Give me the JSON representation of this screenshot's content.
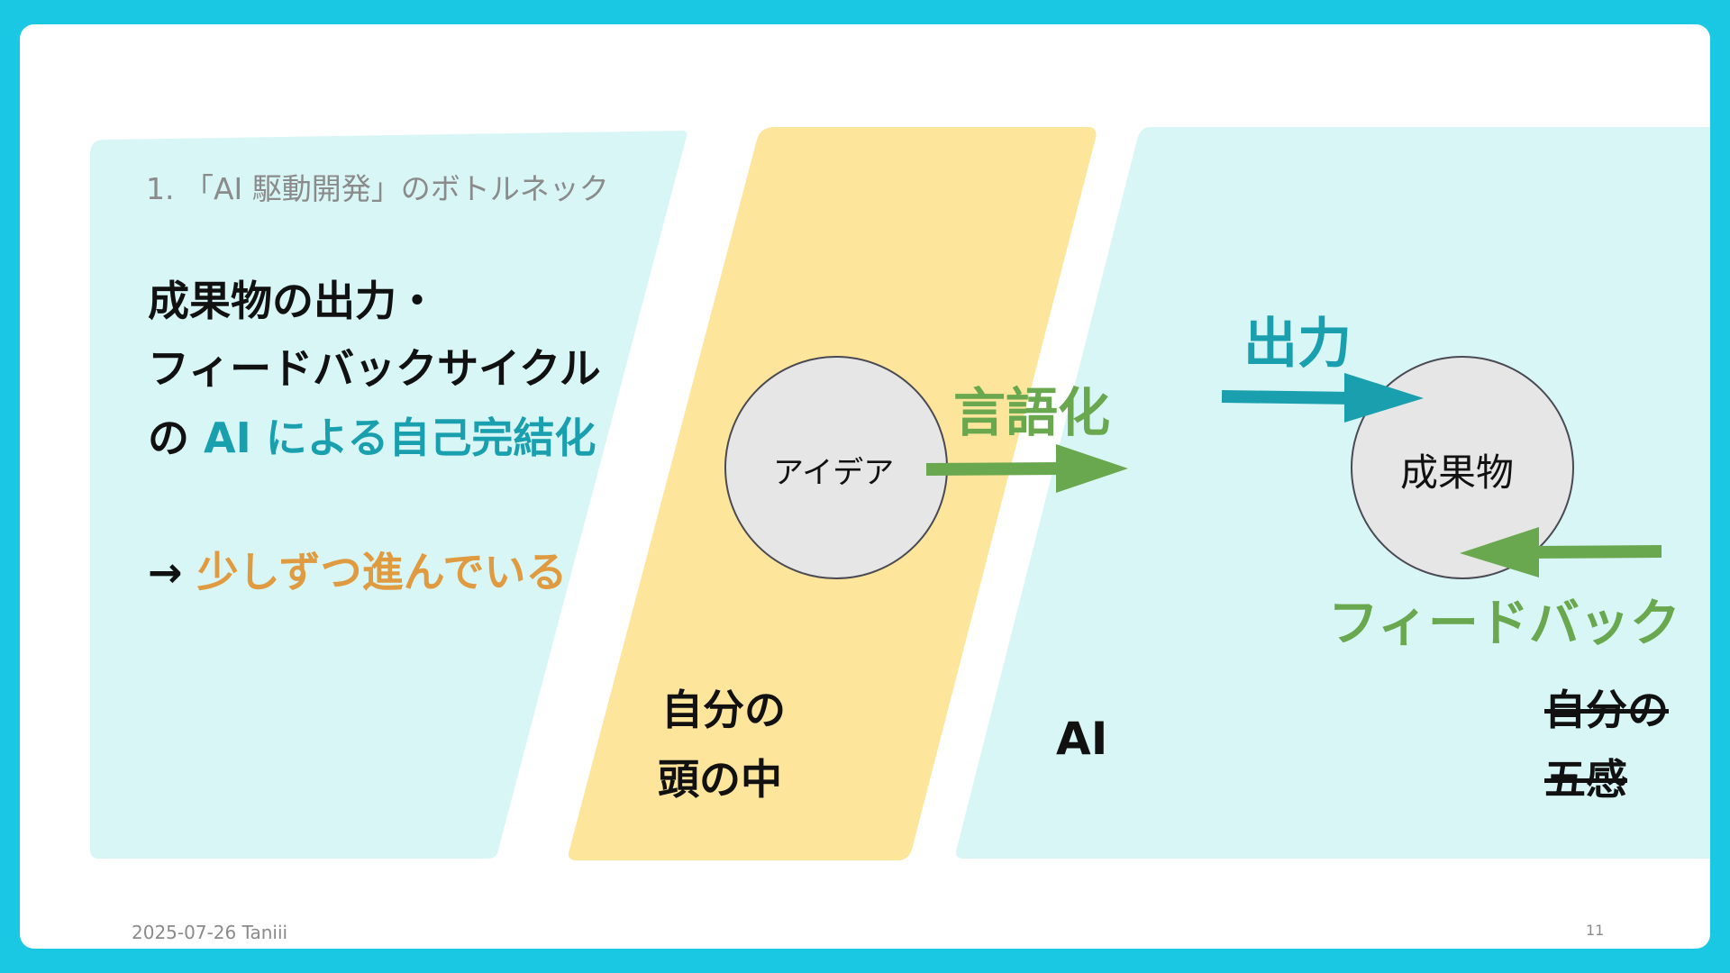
{
  "header": {
    "section_title": "1. 「AI 駆動開発」のボトルネック"
  },
  "headline": {
    "line1": "成果物の出力・",
    "line2": "フィードバックサイクル",
    "line3_prefix": "の ",
    "line3_highlight": "AI による自己完結化",
    "arrow": "→ ",
    "progress_text": "少しずつ進んでいる"
  },
  "diagram": {
    "idea_circle": "アイデア",
    "verbalize_label": "言語化",
    "output_label": "出力",
    "artifact_circle": "成果物",
    "feedback_label": "フィードバック",
    "own_head_line1": "自分の",
    "own_head_line2": "頭の中",
    "ai_label": "AI",
    "own_senses_line1": "自分の",
    "own_senses_line2": "五感"
  },
  "footer": {
    "date_author": "2025-07-26 Taniii",
    "page_number": "11"
  },
  "colors": {
    "frame": "#1ac8e4",
    "panel_cyan": "#d8f6f6",
    "panel_yellow": "#fde59b",
    "circle_fill": "#e6e6e6",
    "arrow_green": "#6aa84f",
    "arrow_teal": "#1a9fae",
    "accent_orange": "#e09a3f"
  }
}
